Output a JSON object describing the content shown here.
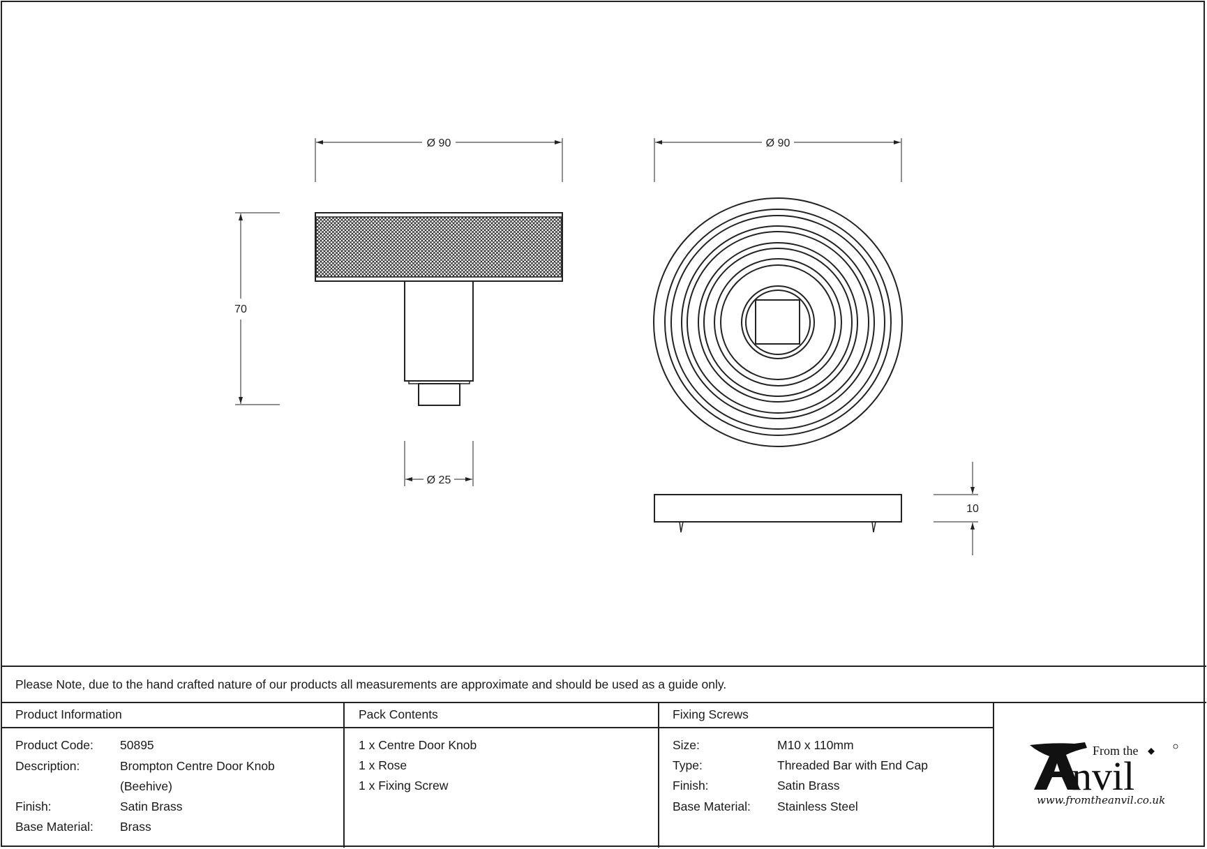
{
  "drawing": {
    "knob_side": {
      "diameter_label": "Ø 90",
      "height_label": "70",
      "stem_label": "Ø 25"
    },
    "rose_front": {
      "diameter_label": "Ø 90"
    },
    "rose_side": {
      "thickness_label": "10"
    }
  },
  "note": "Please Note, due to the hand crafted nature of our products all measurements are approximate and should be used as a guide only.",
  "product_information": {
    "heading": "Product Information",
    "rows": [
      {
        "label": "Product Code:",
        "value": "50895"
      },
      {
        "label": "Description:",
        "value": "Brompton Centre Door Knob",
        "value2": "(Beehive)"
      },
      {
        "label": "Finish:",
        "value": "Satin Brass"
      },
      {
        "label": "Base Material:",
        "value": "Brass"
      }
    ]
  },
  "pack_contents": {
    "heading": "Pack Contents",
    "items": [
      "1 x Centre Door Knob",
      "1 x Rose",
      "1 x Fixing Screw"
    ]
  },
  "fixing_screws": {
    "heading": "Fixing Screws",
    "rows": [
      {
        "label": "Size:",
        "value": "M10 x 110mm"
      },
      {
        "label": "Type:",
        "value": "Threaded Bar with End Cap"
      },
      {
        "label": "Finish:",
        "value": "Satin Brass"
      },
      {
        "label": "Base Material:",
        "value": "Stainless Steel"
      }
    ]
  },
  "logo": {
    "from_the": "From the",
    "brand": "Anvil",
    "url": "www.fromtheanvil.co.uk"
  }
}
